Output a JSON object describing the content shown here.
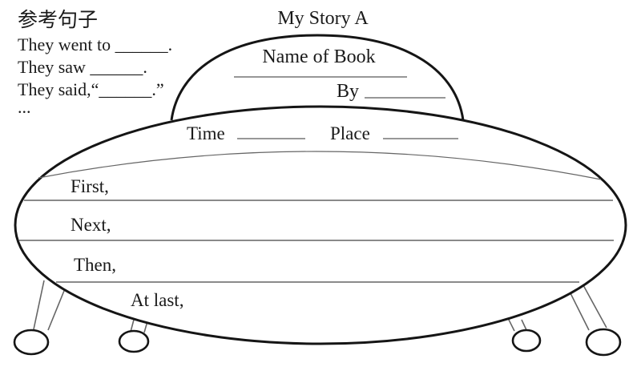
{
  "title": "My Story A",
  "reference": {
    "heading": "参考句子",
    "line1": "They went to ______.",
    "line2": "They saw ______.",
    "line3": "They said,“______.”",
    "line4": "..."
  },
  "dome": {
    "name_of_book": "Name of Book",
    "by": "By"
  },
  "saucer": {
    "time": "Time",
    "place": "Place",
    "first": "First,",
    "next": "Next,",
    "then": "Then,",
    "at_last": "At last,"
  },
  "colors": {
    "ink": "#1a1a1a",
    "outline": "#151515",
    "thin_line": "#444444",
    "blank_line": "#888888",
    "strut": "#666666"
  }
}
